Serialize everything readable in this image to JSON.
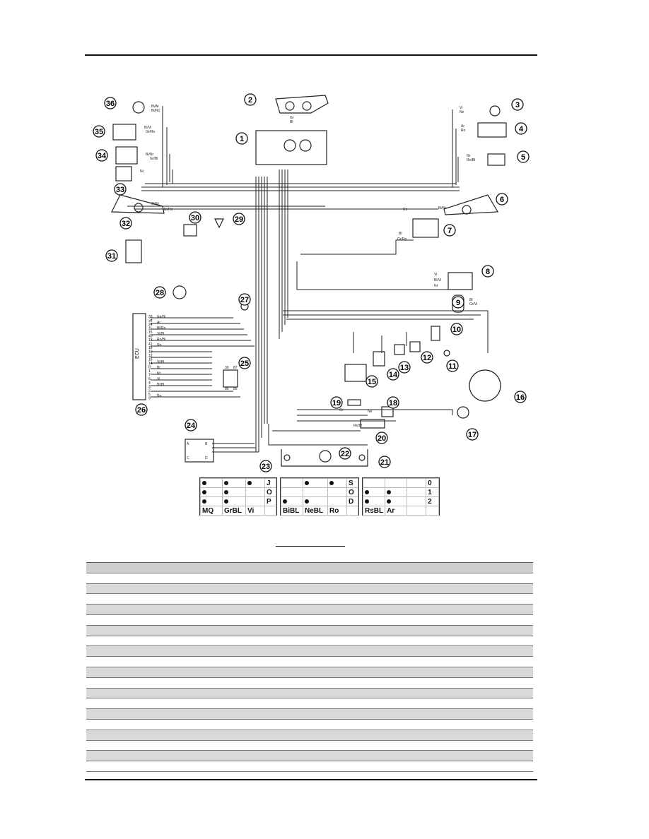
{
  "diagram": {
    "component_numbers": [
      "1",
      "2",
      "3",
      "4",
      "5",
      "6",
      "7",
      "8",
      "9",
      "10",
      "11",
      "12",
      "13",
      "14",
      "15",
      "16",
      "17",
      "18",
      "19",
      "20",
      "21",
      "22",
      "23",
      "24",
      "25",
      "26",
      "27",
      "28",
      "29",
      "30",
      "31",
      "32",
      "33",
      "34",
      "35",
      "36"
    ],
    "ecu_label": "ECU",
    "ecu_pins": [
      "33",
      "34",
      "24",
      "11",
      "15",
      "40",
      "13",
      "41",
      "18",
      "10",
      "12",
      "16",
      "14",
      "8",
      "1",
      "7",
      "6",
      "4",
      "3",
      "2",
      "5",
      "9"
    ],
    "wire_labels": [
      "Bi/Ar",
      "Bi/Ro",
      "Bi/Vi",
      "Gr/Ro",
      "Bi/Nr",
      "Gr/Bl",
      "Nr",
      "Bi/Nr",
      "Bi/Ro",
      "Ro",
      "Bi/Nr",
      "Bl",
      "Gr/Ro",
      "Vi",
      "Bi/Vi",
      "Nr",
      "Bl",
      "Gr/Vi",
      "Ne/Bl",
      "Ar",
      "Bi/Ro",
      "Vi/Bl",
      "Ro/Bl",
      "Ro",
      "Vi/Bl",
      "Bl",
      "Nr",
      "Vi",
      "Bi/Bl",
      "Ro",
      "Gr",
      "Bl",
      "Vi",
      "Ne",
      "Ar",
      "Ro",
      "Nr",
      "Ro/Bl",
      "Gr",
      "Ne",
      "Ro/Bl"
    ],
    "connector_pin_labels": [
      "30",
      "87",
      "86",
      "85",
      "A",
      "B",
      "C",
      "D"
    ]
  },
  "switch_tables": [
    {
      "positions": [
        "J",
        "O",
        "P"
      ],
      "colors": [
        "MQ",
        "GrBL",
        "Vi"
      ]
    },
    {
      "positions": [
        "S",
        "O",
        "D"
      ],
      "colors": [
        "BiBL",
        "NeBL",
        "Ro"
      ]
    },
    {
      "positions": [
        "0",
        "1",
        "2"
      ],
      "colors": [
        "RsBL",
        "Ar"
      ]
    }
  ],
  "legend": {
    "rows": 20
  }
}
